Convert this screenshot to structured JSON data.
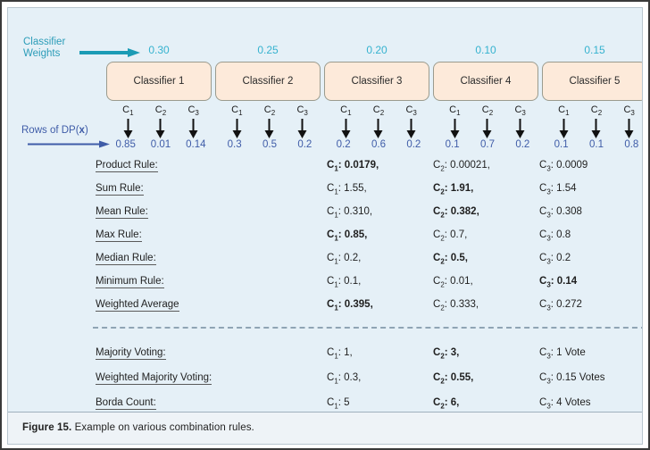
{
  "figure": {
    "caption_label": "Figure 15.",
    "caption_text": " Example on various combination rules."
  },
  "annotations": {
    "classifier_weights_label_line1": "Classifier",
    "classifier_weights_label_line2": "Weights",
    "rows_label_prefix": "Rows of DP(",
    "rows_label_bold": "x",
    "rows_label_suffix": ")",
    "weights_arrow_icon": "right-arrow-teal-icon",
    "rows_arrow_icon": "right-arrow-blue-icon"
  },
  "colors": {
    "panel_bg": "#e5f0f7",
    "classifier_box_fill": "#fdeada",
    "classifier_box_border": "#9b9b8e",
    "weight_text": "#35b2cf",
    "dp_value_text": "#3f5ca8",
    "teal_arrow": "#1b9bb5",
    "blue_arrow": "#3f5ca8",
    "caption_band": "#eef3f7",
    "frame_border": "#3a3a3a"
  },
  "classifiers": [
    {
      "weight": "0.30",
      "name": "Classifier 1",
      "class_labels": [
        "C",
        "C",
        "C"
      ],
      "class_subscripts": [
        "1",
        "2",
        "3"
      ],
      "dp_values": [
        "0.85",
        "0.01",
        "0.14"
      ]
    },
    {
      "weight": "0.25",
      "name": "Classifier 2",
      "class_labels": [
        "C",
        "C",
        "C"
      ],
      "class_subscripts": [
        "1",
        "2",
        "3"
      ],
      "dp_values": [
        "0.3",
        "0.5",
        "0.2"
      ]
    },
    {
      "weight": "0.20",
      "name": "Classifier 3",
      "class_labels": [
        "C",
        "C",
        "C"
      ],
      "class_subscripts": [
        "1",
        "2",
        "3"
      ],
      "dp_values": [
        "0.2",
        "0.6",
        "0.2"
      ]
    },
    {
      "weight": "0.10",
      "name": "Classifier 4",
      "class_labels": [
        "C",
        "C",
        "C"
      ],
      "class_subscripts": [
        "1",
        "2",
        "3"
      ],
      "dp_values": [
        "0.1",
        "0.7",
        "0.2"
      ]
    },
    {
      "weight": "0.15",
      "name": "Classifier 5",
      "class_labels": [
        "C",
        "C",
        "C"
      ],
      "class_subscripts": [
        "1",
        "2",
        "3"
      ],
      "dp_values": [
        "0.1",
        "0.1",
        "0.8"
      ]
    }
  ],
  "rules": [
    {
      "name": "Product Rule:",
      "c1": "C",
      "c1_sub": "1",
      "c1_val": ": 0.0179,",
      "c1_bold": true,
      "c2": "C",
      "c2_sub": "2",
      "c2_val": ": 0.00021,",
      "c2_bold": false,
      "c3": "C",
      "c3_sub": "3",
      "c3_val": ": 0.0009",
      "c3_bold": false
    },
    {
      "name": "Sum Rule:",
      "c1": "C",
      "c1_sub": "1",
      "c1_val": ": 1.55,",
      "c1_bold": false,
      "c2": "C",
      "c2_sub": "2",
      "c2_val": ": 1.91,",
      "c2_bold": true,
      "c3": "C",
      "c3_sub": "3",
      "c3_val": ": 1.54",
      "c3_bold": false
    },
    {
      "name": "Mean Rule:",
      "c1": "C",
      "c1_sub": "1",
      "c1_val": ": 0.310,",
      "c1_bold": false,
      "c2": "C",
      "c2_sub": "2",
      "c2_val": ": 0.382,",
      "c2_bold": true,
      "c3": "C",
      "c3_sub": "3",
      "c3_val": ": 0.308",
      "c3_bold": false
    },
    {
      "name": "Max Rule:",
      "c1": "C",
      "c1_sub": "1",
      "c1_val": ": 0.85,",
      "c1_bold": true,
      "c2": "C",
      "c2_sub": "2",
      "c2_val": ": 0.7,",
      "c2_bold": false,
      "c3": "C",
      "c3_sub": "3",
      "c3_val": ": 0.8",
      "c3_bold": false
    },
    {
      "name": "Median Rule:",
      "c1": "C",
      "c1_sub": "1",
      "c1_val": ": 0.2,",
      "c1_bold": false,
      "c2": "C",
      "c2_sub": "2",
      "c2_val": ": 0.5,",
      "c2_bold": true,
      "c3": "C",
      "c3_sub": "3",
      "c3_val": ": 0.2",
      "c3_bold": false
    },
    {
      "name": "Minimum Rule:",
      "c1": "C",
      "c1_sub": "1",
      "c1_val": ": 0.1,",
      "c1_bold": false,
      "c2": "C",
      "c2_sub": "2",
      "c2_val": ": 0.01,",
      "c2_bold": false,
      "c3": "C",
      "c3_sub": "3",
      "c3_val": ": 0.14",
      "c3_bold": true
    },
    {
      "name": "Weighted Average",
      "c1": "C",
      "c1_sub": "1",
      "c1_val": ": 0.395,",
      "c1_bold": true,
      "c2": "C",
      "c2_sub": "2",
      "c2_val": ": 0.333,",
      "c2_bold": false,
      "c3": "C",
      "c3_sub": "3",
      "c3_val": ": 0.272",
      "c3_bold": false
    }
  ],
  "vote_rules": [
    {
      "name": "Majority Voting:",
      "c1": "C",
      "c1_sub": "1",
      "c1_val": ": 1,",
      "c1_bold": false,
      "c2": "C",
      "c2_sub": "2",
      "c2_val": ": 3,",
      "c2_bold": true,
      "c3": "C",
      "c3_sub": "3",
      "c3_val": ": 1 Vote",
      "c3_bold": false
    },
    {
      "name": "Weighted Majority Voting:",
      "c1": "C",
      "c1_sub": "1",
      "c1_val": ": 0.3,",
      "c1_bold": false,
      "c2": "C",
      "c2_sub": "2",
      "c2_val": ": 0.55,",
      "c2_bold": true,
      "c3": "C",
      "c3_sub": "3",
      "c3_val": ": 0.15 Votes",
      "c3_bold": false
    },
    {
      "name": "Borda Count:",
      "c1": "C",
      "c1_sub": "1",
      "c1_val": ": 5",
      "c1_bold": false,
      "c2": "C",
      "c2_sub": "2",
      "c2_val": ": 6,",
      "c2_bold": true,
      "c3": "C",
      "c3_sub": "3",
      "c3_val": ": 4 Votes",
      "c3_bold": false
    }
  ]
}
